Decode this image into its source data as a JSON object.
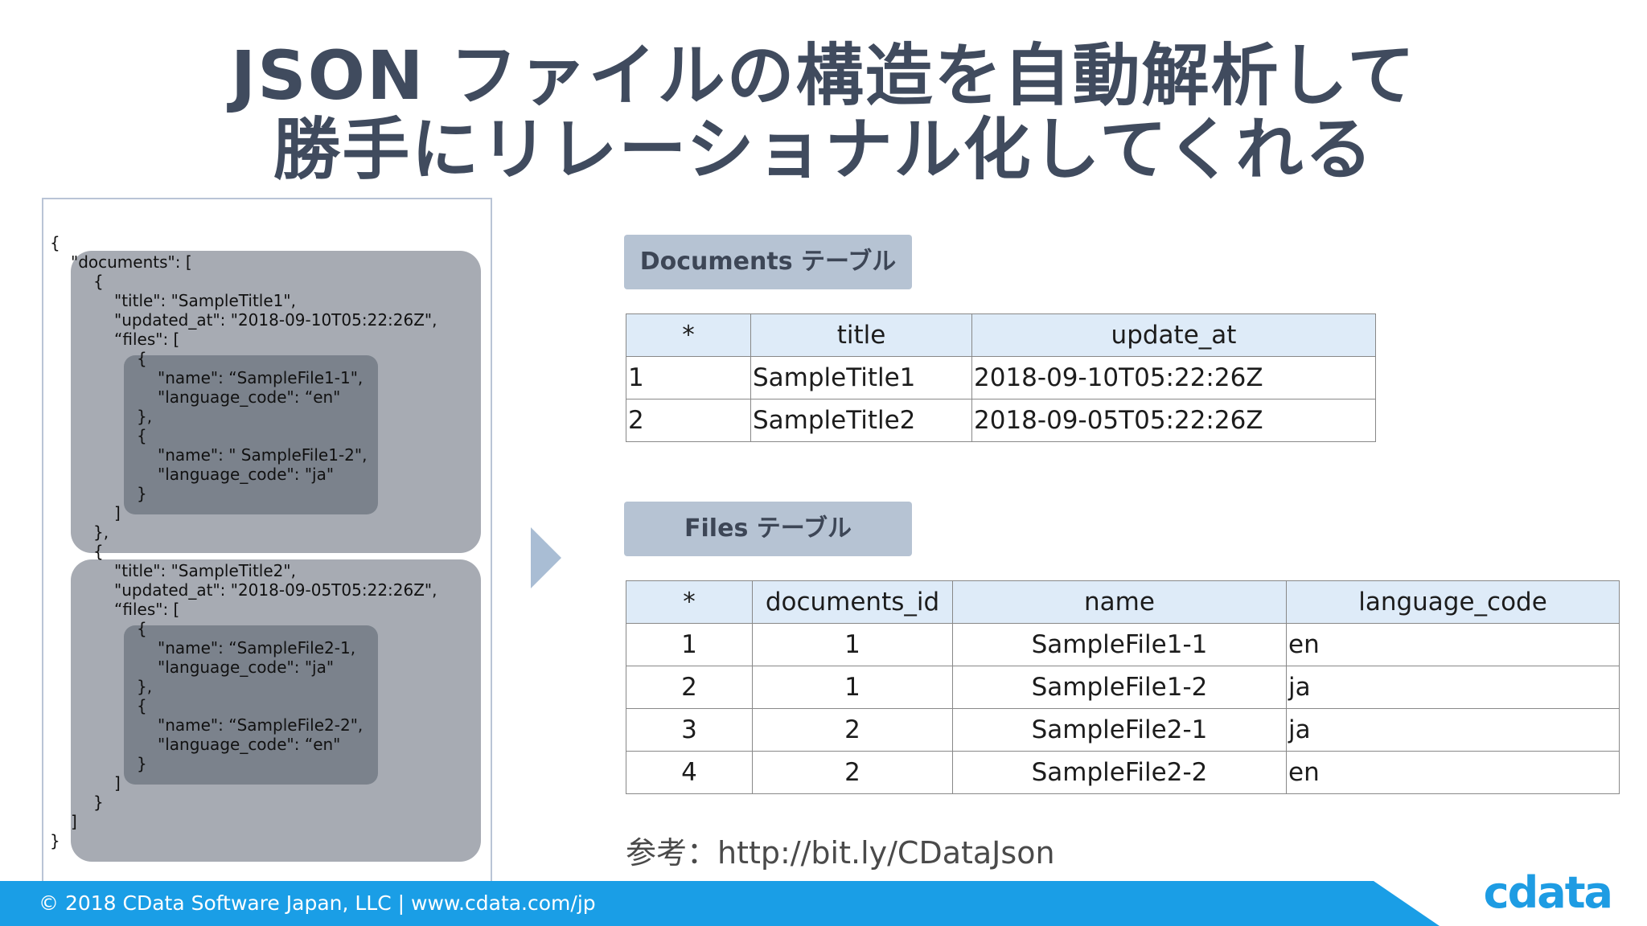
{
  "title": {
    "line1": "JSON ファイルの構造を自動解析して",
    "line2": "勝手にリレーショナル化してくれる"
  },
  "json_lines": [
    "{",
    "\"documents\": [",
    "{",
    "\"title\": \"SampleTitle1\",",
    "\"updated_at\": \"2018-09-10T05:22:26Z\",",
    "“files\": [",
    "{",
    "\"name\": “SampleFile1-1\",",
    "\"language_code\": “en\"",
    "},",
    "{",
    "\"name\": \" SampleFile1-2\",",
    "\"language_code\": \"ja\"",
    "}",
    "]",
    "},",
    "{",
    "\"title\": \"SampleTitle2\",",
    "\"updated_at\": \"2018-09-05T05:22:26Z\",",
    "“files\": [",
    "{",
    "\"name\": “SampleFile2-1,",
    "\"language_code\": \"ja\"",
    "},",
    "{",
    "\"name\": “SampleFile2-2\",",
    "\"language_code\": “en\"",
    "}",
    "]",
    "}",
    "]",
    "}"
  ],
  "documents_table": {
    "label": "Documents テーブル",
    "headers": [
      "*",
      "title",
      "update_at"
    ],
    "rows": [
      [
        "1",
        "SampleTitle1",
        "2018-09-10T05:22:26Z"
      ],
      [
        "2",
        "SampleTitle2",
        "2018-09-05T05:22:26Z"
      ]
    ]
  },
  "files_table": {
    "label": "Files テーブル",
    "headers": [
      "*",
      "documents_id",
      "name",
      "language_code"
    ],
    "rows": [
      [
        "1",
        "1",
        "SampleFile1-1",
        "en"
      ],
      [
        "2",
        "1",
        "SampleFile1-2",
        "ja"
      ],
      [
        "3",
        "2",
        "SampleFile2-1",
        "ja"
      ],
      [
        "4",
        "2",
        "SampleFile2-2",
        "en"
      ]
    ]
  },
  "reference": "参考：http://bit.ly/CDataJson",
  "footer": {
    "copyright": "© 2018 CData Software Japan, LLC |  www.cdata.com/jp",
    "logo": "cdata"
  },
  "colors": {
    "footer_blue": "#1a9ee6",
    "header_cell": "#deebf8",
    "label_bg": "#b6c3d3"
  }
}
